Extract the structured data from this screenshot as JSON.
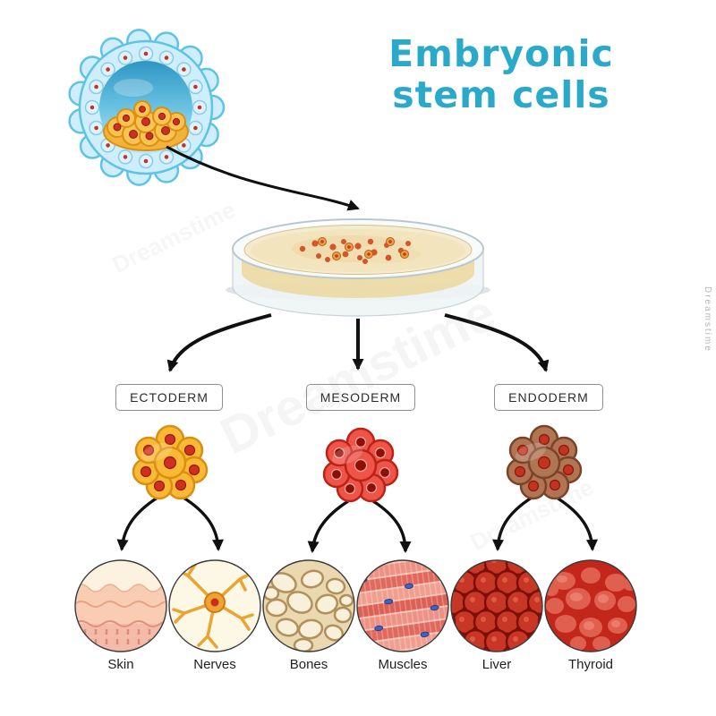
{
  "title": {
    "line1": "Embryonic",
    "line2": "stem cells",
    "color": "#2aa9c9"
  },
  "germ_layers": [
    {
      "label": "ECTODERM",
      "color": "#f2a51f",
      "tissues": [
        {
          "label": "Skin"
        },
        {
          "label": "Nerves"
        }
      ]
    },
    {
      "label": "MESODERM",
      "color": "#e64a3c",
      "tissues": [
        {
          "label": "Bones"
        },
        {
          "label": "Muscles"
        }
      ]
    },
    {
      "label": "ENDODERM",
      "color": "#a9704f",
      "tissues": [
        {
          "label": "Liver"
        },
        {
          "label": "Thyroid"
        }
      ]
    }
  ],
  "illustrations": {
    "blastocyst": "blastocyst-with-inner-cell-mass",
    "petri_dish": "petri-dish-with-stem-cell-colonies",
    "tissue_icons": [
      "skin-tissue-icon",
      "nerve-cell-icon",
      "bone-tissue-icon",
      "muscle-tissue-icon",
      "liver-tissue-icon",
      "thyroid-tissue-icon"
    ]
  },
  "watermark": {
    "text": "Dreamstime"
  }
}
